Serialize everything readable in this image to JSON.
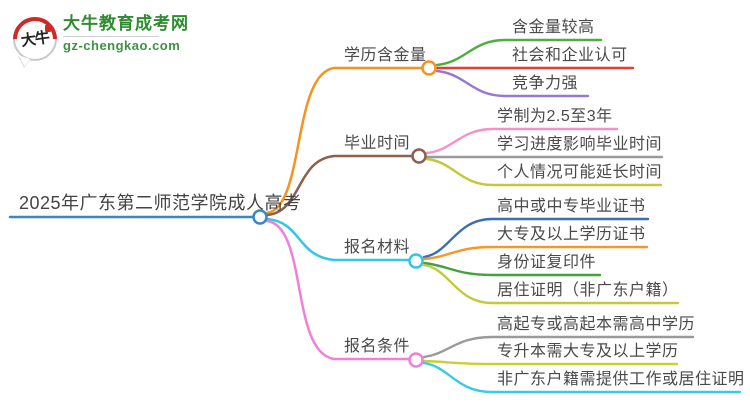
{
  "logo": {
    "icon_text": "大牛",
    "title": "大牛教育成考网",
    "domain": "gz-chengkao.com",
    "brand_green": "#2e8b2f",
    "accent_red": "#cf2b26"
  },
  "central": {
    "label": "2025年广东第二师范学院成人高考",
    "color": "#3a87c8"
  },
  "colors": {
    "text": "#4a4a4a",
    "background": "#ffffff"
  },
  "branches": [
    {
      "label": "学历含金量",
      "color": "#f59322",
      "children": [
        {
          "text": "含金量较高",
          "color": "#4caf3e"
        },
        {
          "text": "社会和企业认可",
          "color": "#e53c35"
        },
        {
          "text": "竞争力强",
          "color": "#9678d2"
        }
      ]
    },
    {
      "label": "毕业时间",
      "color": "#8d5f51",
      "children": [
        {
          "text": "学制为2.5至3年",
          "color": "#f590c8"
        },
        {
          "text": "学习进度影响毕业时间",
          "color": "#9a9a9a"
        },
        {
          "text": "个人情况可能延长时间",
          "color": "#c3c93a"
        }
      ]
    },
    {
      "label": "报名材料",
      "color": "#35c5e5",
      "children": [
        {
          "text": "高中或中专毕业证书",
          "color": "#3d6eb5"
        },
        {
          "text": "大专及以上学历证书",
          "color": "#f79727"
        },
        {
          "text": "身份证复印件",
          "color": "#44a13e"
        },
        {
          "text": "居住证明（非广东户籍）",
          "color": "#c3c93a"
        }
      ]
    },
    {
      "label": "报名条件",
      "color": "#f080d8",
      "children": [
        {
          "text": "高起专或高起本需高中学历",
          "color": "#9a9a9a"
        },
        {
          "text": "专升本需大专及以上学历",
          "color": "#c9cf35"
        },
        {
          "text": "非广东户籍需提供工作或居住证明",
          "color": "#38cbe4"
        }
      ]
    }
  ]
}
